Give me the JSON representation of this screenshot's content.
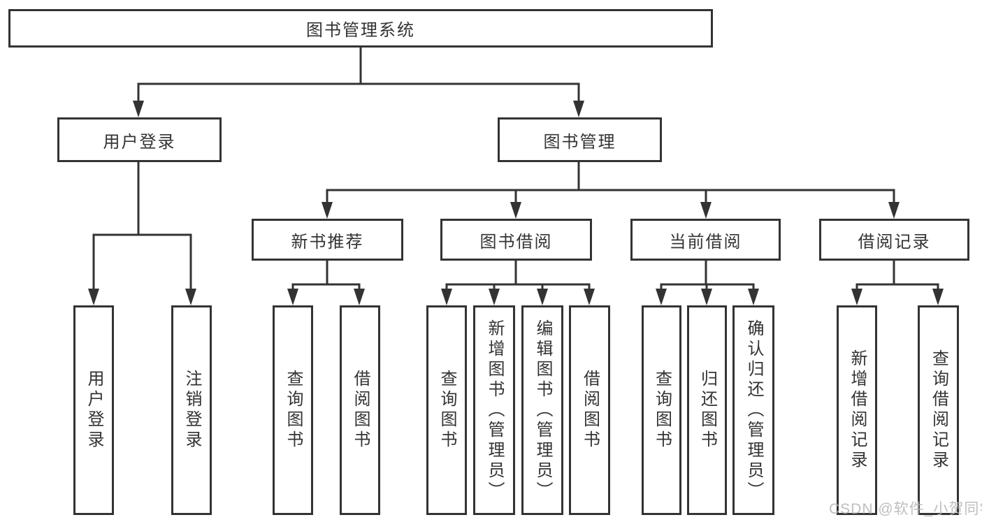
{
  "diagram": {
    "root": {
      "label": "图书管理系统",
      "children": [
        {
          "label": "用户登录",
          "children": [
            {
              "label": "用户登录"
            },
            {
              "label": "注销登录"
            }
          ]
        },
        {
          "label": "图书管理",
          "children": [
            {
              "label": "新书推荐",
              "children": [
                {
                  "label": "查询图书"
                },
                {
                  "label": "借阅图书"
                }
              ]
            },
            {
              "label": "图书借阅",
              "children": [
                {
                  "label": "查询图书"
                },
                {
                  "label": "新增图书（管理员）"
                },
                {
                  "label": "编辑图书（管理员）"
                },
                {
                  "label": "借阅图书"
                }
              ]
            },
            {
              "label": "当前借阅",
              "children": [
                {
                  "label": "查询图书"
                },
                {
                  "label": "归还图书"
                },
                {
                  "label": "确认归还（管理员）"
                }
              ]
            },
            {
              "label": "借阅记录",
              "children": [
                {
                  "label": "新增借阅记录"
                },
                {
                  "label": "查询借阅记录"
                }
              ]
            }
          ]
        }
      ]
    }
  },
  "watermark": {
    "text": "CSDN @软件_小贺同学"
  },
  "colors": {
    "line": "#333333",
    "text": "#333333",
    "background": "#ffffff",
    "watermark": "#b3b3b3"
  }
}
